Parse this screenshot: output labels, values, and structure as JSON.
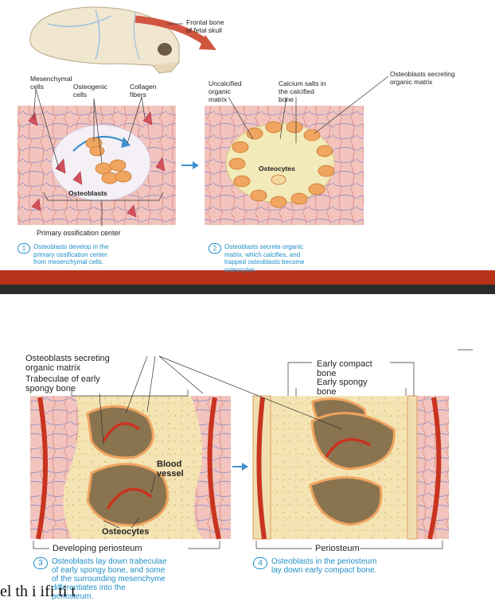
{
  "panel_top": {
    "skull_label": "Frontal bone\nof fetal skull",
    "mesenchymal_cells": "Mesenchymal\ncells",
    "osteogenic_cells": "Osteogenic\ncells",
    "collagen_fibers": "Collagen\nfibers",
    "osteoblasts": "Osteoblasts",
    "primary_center": "Primary ossification center",
    "uncalcified_matrix": "Uncalcified\norganic\nmatrix",
    "calcium_salts": "Calcium salts in\nthe calcified\nbone",
    "osteoblasts_secreting": "Osteoblasts secreting\norganic matrix",
    "osteocytes": "Osteocytes",
    "step1_num": "1",
    "step1_text": "Osteoblasts develop in the\nprimary ossification center\nfrom mesenchymal cells.",
    "step2_num": "2",
    "step2_text": "Osteoblasts secrete organic\nmatrix, which calcifies, and\ntrapped osteoblasts become\nosteocytes."
  },
  "panel_bottom": {
    "osteoblasts_secreting": "Osteoblasts secreting\norganic matrix",
    "trabeculae": "Trabeculae of early\nspongy bone",
    "early_compact": "Early compact\nbone",
    "early_spongy": "Early spongy\nbone",
    "blood_vessel": "Blood\nvessel",
    "osteocytes": "Osteocytes",
    "developing_periosteum": "Developing periosteum",
    "periosteum": "Periosteum",
    "step3_num": "3",
    "step3_text": "Osteoblasts lay down trabeculae\nof early spongy bone, and some\nof the surrounding mesenchyme\ndifferentiates into the\nperiosteum.",
    "step4_num": "4",
    "step4_text": "Osteoblasts in the periosteum\nlay down early compact bone."
  },
  "bottom_partial_text": "el                  th                i        ifi  ti        t",
  "colors": {
    "band_dark": "#2b2b2b",
    "band_red": "#b8321a",
    "tissue_pink": "#f2c4bd",
    "cell_orange": "#f0a560",
    "bone_yellow": "#f3e0a8",
    "vessel_red": "#c8341f",
    "caption_blue": "#1f8fc7"
  },
  "icons": [
    "fetal-skull-icon",
    "red-arrow-icon",
    "blue-arrow-icon"
  ]
}
